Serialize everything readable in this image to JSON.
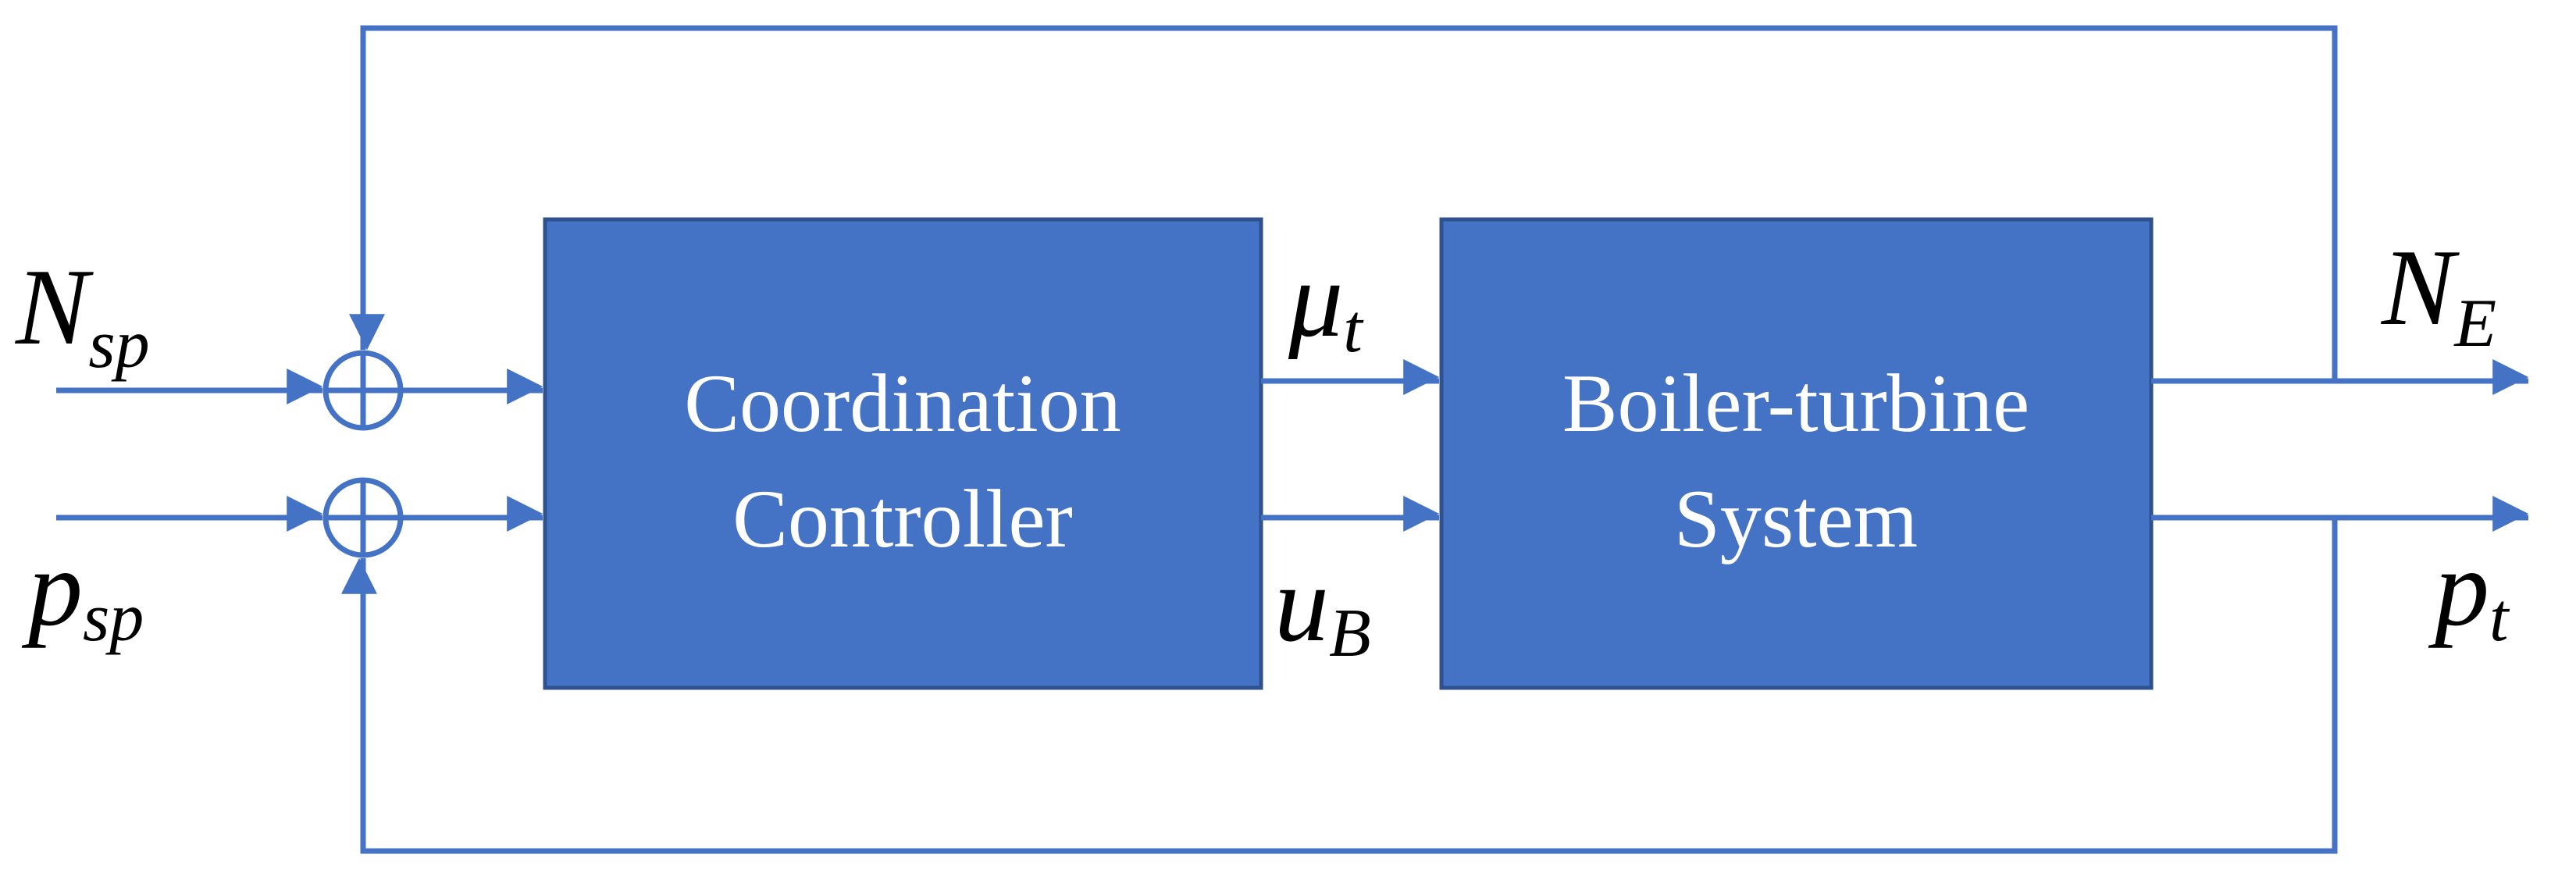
{
  "colors": {
    "line": "#4472C4",
    "block_fill": "#4472C4",
    "block_border": "#2F528F",
    "block_text": "#FFFFFF",
    "symbol_text": "#000000"
  },
  "blocks": {
    "controller": {
      "line1": "Coordination",
      "line2": "Controller"
    },
    "plant": {
      "line1": "Boiler-turbine",
      "line2": "System"
    }
  },
  "signals": {
    "n_sp": {
      "main": "N",
      "sub": "sp"
    },
    "p_sp": {
      "main": "p",
      "sub": "sp"
    },
    "mu_t": {
      "main": "μ",
      "sub": "t"
    },
    "u_b": {
      "main": "u",
      "sub": "B"
    },
    "n_e": {
      "main": "N",
      "sub": "E"
    },
    "p_t": {
      "main": "p",
      "sub": "t"
    }
  }
}
